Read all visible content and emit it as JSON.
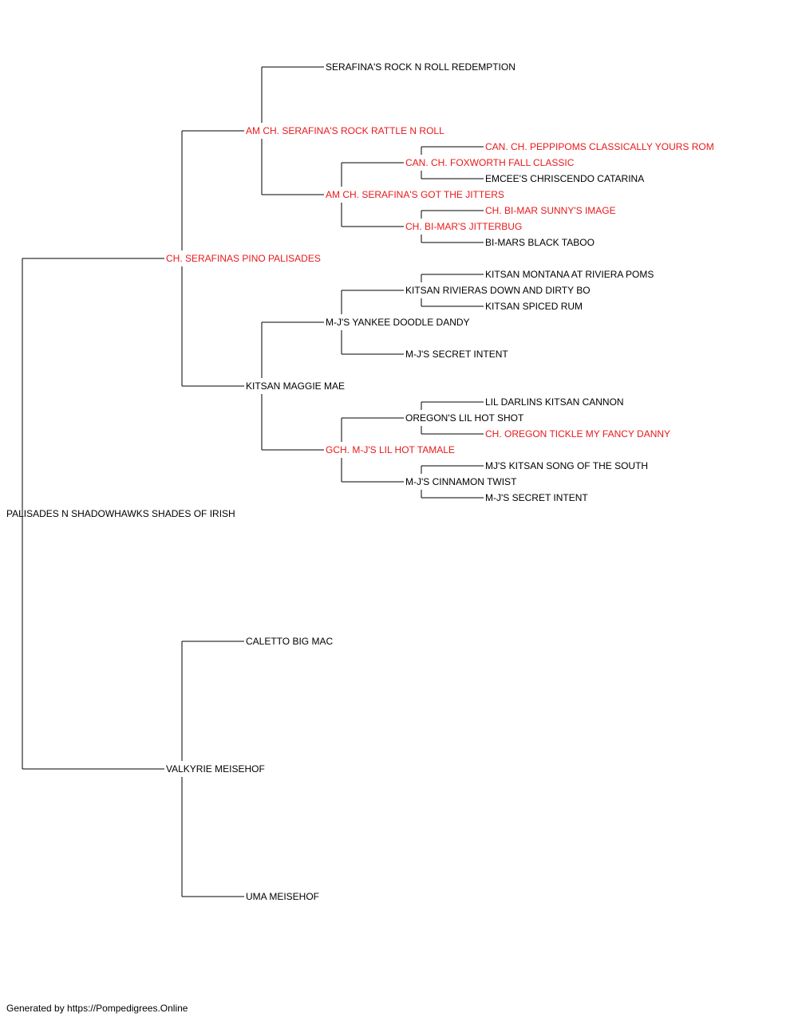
{
  "colors": {
    "champion": "#e8191b",
    "normal": "#000000",
    "line": "#000000"
  },
  "footer": "Generated by https://Pompedigrees.Online",
  "pedigree": {
    "name": "PALISADES N SHADOWHAWKS SHADES OF IRISH",
    "champion": false,
    "sire": {
      "name": "CH. SERAFINAS PINO PALISADES",
      "champion": true,
      "sire": {
        "name": "AM CH. SERAFINA'S ROCK RATTLE N ROLL",
        "champion": true,
        "sire": {
          "name": "SERAFINA'S ROCK N ROLL REDEMPTION",
          "champion": false
        },
        "dam": {
          "name": "AM CH. SERAFINA'S GOT THE JITTERS",
          "champion": true,
          "sire": {
            "name": "CAN. CH. FOXWORTH FALL CLASSIC",
            "champion": true,
            "sire": {
              "name": "CAN. CH. PEPPIPOMS CLASSICALLY YOURS ROM",
              "champion": true
            },
            "dam": {
              "name": "EMCEE'S CHRISCENDO CATARINA",
              "champion": false
            }
          },
          "dam": {
            "name": "CH. BI-MAR'S JITTERBUG",
            "champion": true,
            "sire": {
              "name": "CH. BI-MAR SUNNY'S IMAGE",
              "champion": true
            },
            "dam": {
              "name": "BI-MARS BLACK TABOO",
              "champion": false
            }
          }
        }
      },
      "dam": {
        "name": "KITSAN MAGGIE MAE",
        "champion": false,
        "sire": {
          "name": "M-J'S YANKEE DOODLE DANDY",
          "champion": false,
          "sire": {
            "name": "KITSAN RIVIERAS DOWN AND DIRTY BO",
            "champion": false,
            "sire": {
              "name": "KITSAN MONTANA AT RIVIERA POMS",
              "champion": false
            },
            "dam": {
              "name": "KITSAN SPICED RUM",
              "champion": false
            }
          },
          "dam": {
            "name": "M-J'S SECRET INTENT",
            "champion": false
          }
        },
        "dam": {
          "name": "GCH. M-J'S LIL HOT TAMALE",
          "champion": true,
          "sire": {
            "name": "OREGON'S LIL HOT SHOT",
            "champion": false,
            "sire": {
              "name": "LIL DARLINS KITSAN CANNON",
              "champion": false
            },
            "dam": {
              "name": "CH. OREGON TICKLE MY FANCY DANNY",
              "champion": true
            }
          },
          "dam": {
            "name": "M-J'S CINNAMON TWIST",
            "champion": false,
            "sire": {
              "name": "MJ'S KITSAN SONG OF THE SOUTH",
              "champion": false
            },
            "dam": {
              "name": "M-J'S SECRET INTENT",
              "champion": false
            }
          }
        }
      }
    },
    "dam": {
      "name": "VALKYRIE MEISEHOF",
      "champion": false,
      "sire": {
        "name": "CALETTO BIG MAC",
        "champion": false
      },
      "dam": {
        "name": "UMA MEISEHOF",
        "champion": false
      }
    }
  }
}
